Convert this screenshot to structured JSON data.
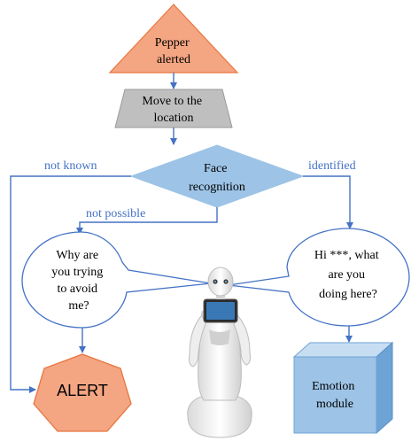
{
  "nodes": {
    "start": {
      "lines": [
        "Pepper",
        "alerted"
      ]
    },
    "move": {
      "lines": [
        "Move to the",
        "location"
      ]
    },
    "decision": {
      "lines": [
        "Face",
        "recognition"
      ]
    },
    "bubble_left": {
      "lines": [
        "Why are",
        "you trying",
        "to avoid",
        "me?"
      ]
    },
    "bubble_right": {
      "lines": [
        "Hi ***, what",
        "are you",
        "doing here?"
      ]
    },
    "alert": {
      "label": "ALERT"
    },
    "emotion": {
      "lines": [
        "Emotion",
        "module"
      ]
    }
  },
  "edges": {
    "not_known": "not known",
    "identified": "identified",
    "not_possible": "not possible"
  },
  "colors": {
    "start_fill": "#f4a582",
    "start_stroke": "#e8763f",
    "move_fill": "#bfbfbf",
    "decision_fill": "#9dc3e6",
    "alert_fill": "#f4a582",
    "alert_stroke": "#e8763f",
    "emotion_front": "#9dc3e6",
    "emotion_top": "#c7def2",
    "emotion_side": "#6ea3d6",
    "arrow": "#4472c4"
  }
}
